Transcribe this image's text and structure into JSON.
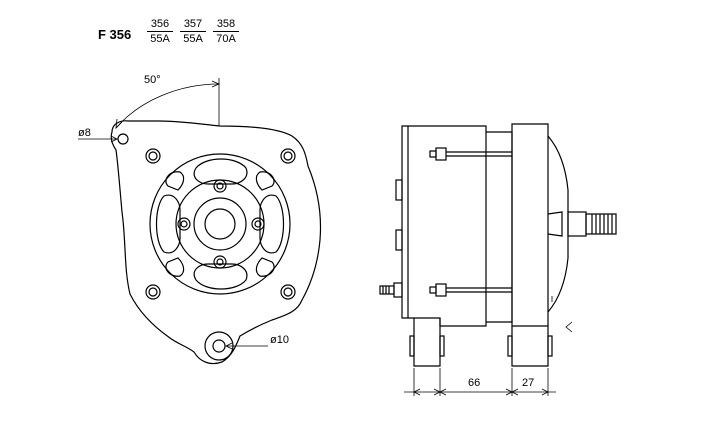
{
  "header": {
    "model": "F 356",
    "variants": [
      {
        "code": "356",
        "current": "55A"
      },
      {
        "code": "357",
        "current": "55A"
      },
      {
        "code": "358",
        "current": "70A"
      }
    ]
  },
  "front_view": {
    "angle_label": "50°",
    "hole_top_label": "ø8",
    "hole_bottom_label": "ø10"
  },
  "side_view": {
    "dim_body": "66",
    "dim_nose": "27"
  }
}
